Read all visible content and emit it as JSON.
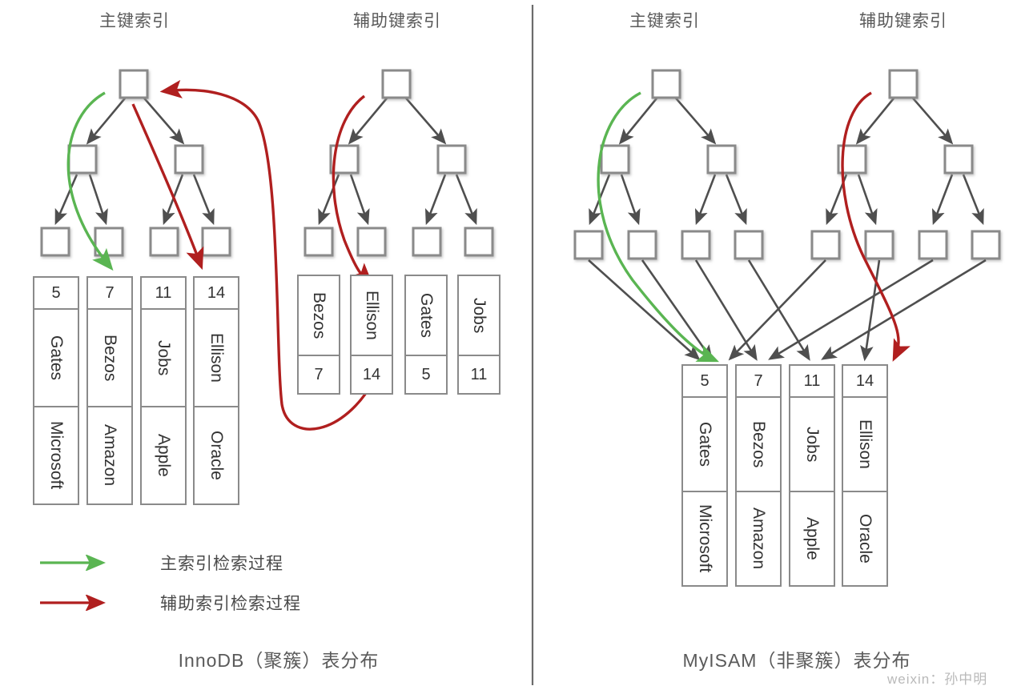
{
  "titles": {
    "left_primary": "主键索引",
    "left_secondary": "辅助键索引",
    "right_primary": "主键索引",
    "right_secondary": "辅助键索引"
  },
  "captions": {
    "left": "InnoDB（聚簇）表分布",
    "right": "MyISAM（非聚簇）表分布"
  },
  "legend": {
    "items": [
      {
        "color": "#5ab552",
        "label": "主索引检索过程"
      },
      {
        "color": "#b01f1f",
        "label": "辅助索引检索过程"
      }
    ]
  },
  "watermark": "weixin：孙中明",
  "colors": {
    "node_border": "#8a8a8a",
    "node_fill": "#ffffff",
    "edge": "#4f4f4f",
    "green": "#5ab552",
    "red": "#b01f1f",
    "divider": "#6b6b6b",
    "text": "#4d4d4d"
  },
  "innodb": {
    "primary_records": [
      {
        "id": "5",
        "name": "Gates",
        "company": "Microsoft"
      },
      {
        "id": "7",
        "name": "Bezos",
        "company": "Amazon"
      },
      {
        "id": "11",
        "name": "Jobs",
        "company": "Apple"
      },
      {
        "id": "14",
        "name": "Ellison",
        "company": "Oracle"
      }
    ],
    "secondary_records": [
      {
        "name": "Bezos",
        "id": "7"
      },
      {
        "name": "Ellison",
        "id": "14"
      },
      {
        "name": "Gates",
        "id": "5"
      },
      {
        "name": "Jobs",
        "id": "11"
      }
    ]
  },
  "myisam": {
    "data_records": [
      {
        "id": "5",
        "name": "Gates",
        "company": "Microsoft"
      },
      {
        "id": "7",
        "name": "Bezos",
        "company": "Amazon"
      },
      {
        "id": "11",
        "name": "Jobs",
        "company": "Apple"
      },
      {
        "id": "14",
        "name": "Ellison",
        "company": "Oracle"
      }
    ]
  }
}
